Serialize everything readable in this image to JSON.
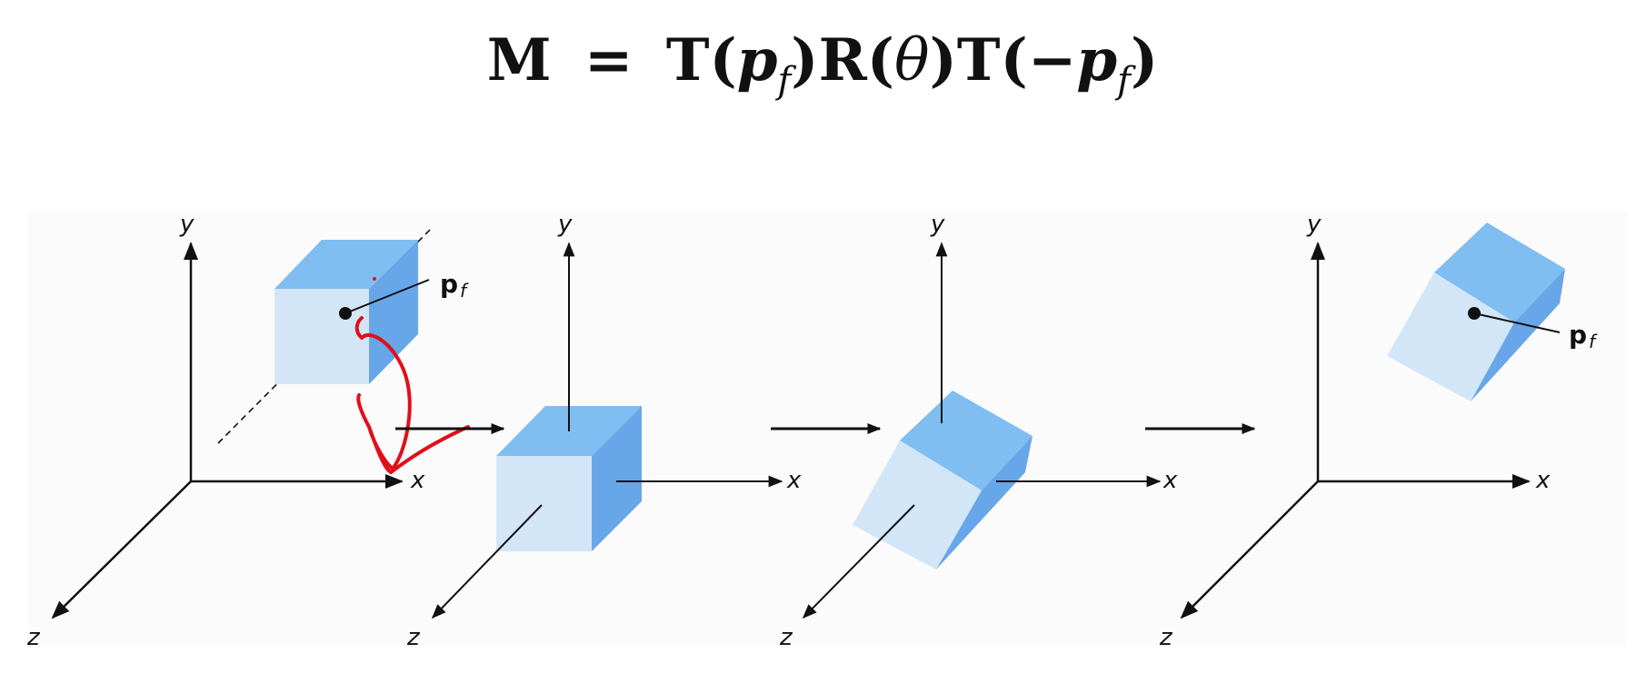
{
  "equation": {
    "lhs": "M",
    "equals": "=",
    "t1": "T(",
    "p": "p",
    "f": "f",
    "close1": ")",
    "r": "R(",
    "theta": "θ",
    "close2": ")",
    "t2": "T(−",
    "close3": ")"
  },
  "labels": {
    "x": "x",
    "y": "y",
    "z": "z",
    "p": "p",
    "f": "f"
  },
  "colors": {
    "cube_front": "#d3e6f8",
    "cube_top": "#80bdf0",
    "cube_side": "#67a6e8",
    "axis": "#111111",
    "annotation": "#e0101a"
  }
}
